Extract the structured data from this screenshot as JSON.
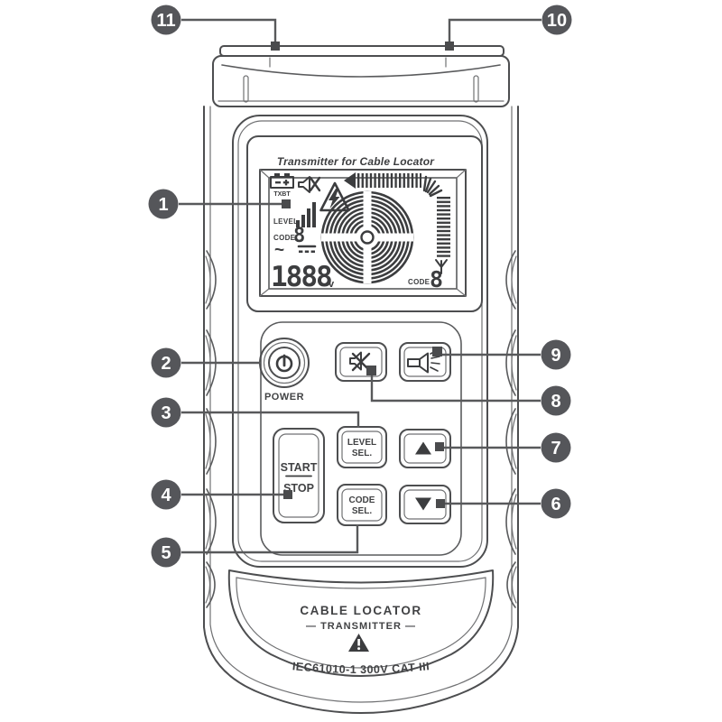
{
  "callouts": {
    "n1": "1",
    "n2": "2",
    "n3": "3",
    "n4": "4",
    "n5": "5",
    "n6": "6",
    "n7": "7",
    "n8": "8",
    "n9": "9",
    "n10": "10",
    "n11": "11"
  },
  "lcd": {
    "title": "Transmitter for Cable Locator",
    "battery_label": "TXBT",
    "level_label": "LEVEL",
    "code_label_left": "CODE",
    "code_value_left": "8",
    "ac_symbol": "~",
    "voltage_value": "1888",
    "voltage_unit": "v",
    "code_label_right": "CODE",
    "code_value_right": "8"
  },
  "buttons": {
    "power_label": "POWER",
    "start_label": "START",
    "stop_label": "STOP",
    "level_sel_line1": "LEVEL",
    "level_sel_line2": "SEL.",
    "code_sel_line1": "CODE",
    "code_sel_line2": "SEL."
  },
  "bottom_panel": {
    "product_line1": "CABLE LOCATOR",
    "product_line2": "— TRANSMITTER —",
    "rating": "IEC61010-1  300V CAT III"
  },
  "icons": {
    "battery": "transmitter-battery-icon",
    "mute_lcd": "mute-icon",
    "hazard_lcd": "high-voltage-warning-icon",
    "signal_arrow": "signal-strength-bargraph-arrow",
    "coil": "concentric-coil-target-icon",
    "antenna": "antenna-icon",
    "power": "power-icon",
    "mute_button": "mute-icon",
    "flashlight_button": "flashlight-icon",
    "up": "up-arrow-icon",
    "down": "down-arrow-icon",
    "warning_bottom": "caution-triangle-icon"
  },
  "colors": {
    "line": "#4d4e50",
    "lcd_marks": "#3c3d3f",
    "callout_fill": "#55565a",
    "background": "#ffffff"
  }
}
